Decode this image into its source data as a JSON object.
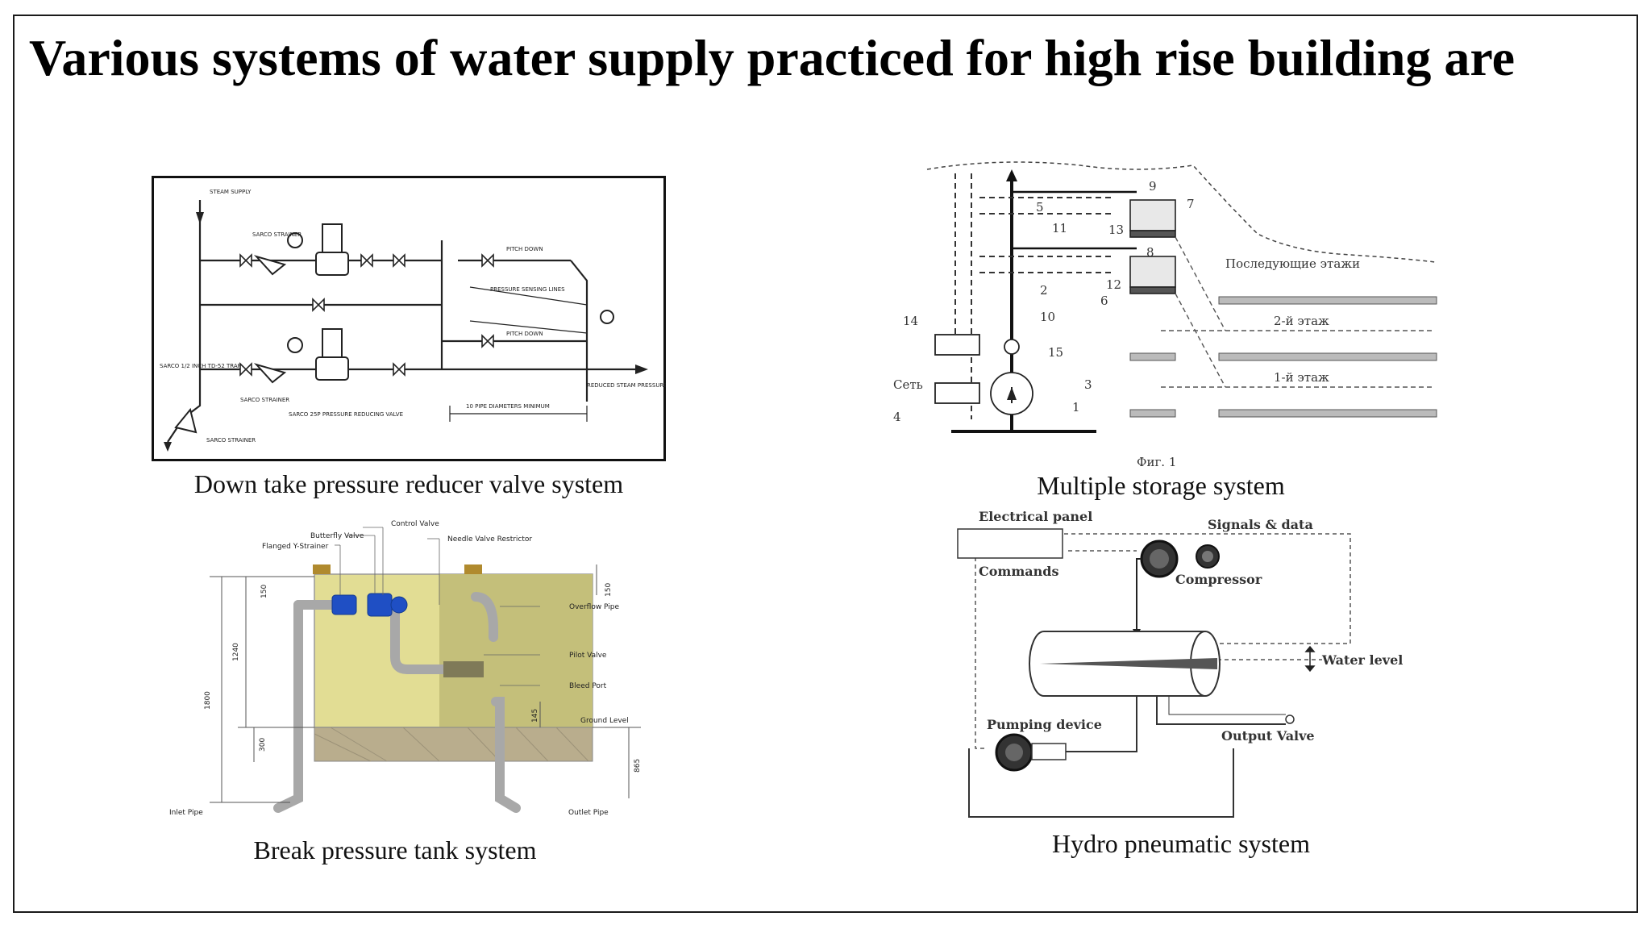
{
  "slide": {
    "title": "Various systems of water supply practiced for high rise building are"
  },
  "figures": {
    "prv": {
      "caption": "Down take pressure reducer valve system",
      "labels": {
        "steam_supply": "STEAM SUPPLY",
        "sarco_strainer_top": "SARCO STRAINER",
        "pitch_down_top": "PITCH DOWN",
        "pressure_sensing": "PRESSURE SENSING LINES",
        "pitch_down_mid": "PITCH DOWN",
        "sarco_trap": "SARCO 1/2 INCH TD-52 TRAP",
        "sarco_strainer_low": "SARCO STRAINER",
        "sarco_strainer_bottom": "SARCO STRAINER",
        "prv_valve": "SARCO 25P PRESSURE REDUCING VALVE",
        "pipe_diameters": "10 PIPE DIAMETERS MINIMUM",
        "reduced_supply": "REDUCED STEAM PRESSURE SUPPLY"
      }
    },
    "multiple": {
      "caption": "Multiple storage system",
      "labels": {
        "floors_above": "Последующие этажи",
        "floor2": "2-й этаж",
        "floor1": "1-й этаж",
        "fig": "Фиг. 1",
        "net": "Сеть",
        "n1": "1",
        "n2": "2",
        "n3": "3",
        "n4": "4",
        "n5": "5",
        "n6": "6",
        "n7": "7",
        "n8": "8",
        "n9": "9",
        "n10": "10",
        "n11": "11",
        "n12": "12",
        "n13": "13",
        "n14": "14",
        "n15": "15"
      }
    },
    "break_tank": {
      "caption": "Break pressure tank system",
      "labels": {
        "control_valve": "Control Valve",
        "butterfly_valve": "Butterfly Valve",
        "flanged_strainer": "Flanged Y-Strainer",
        "needle_valve": "Needle Valve Restrictor",
        "overflow_pipe": "Overflow Pipe",
        "pilot_valve": "Pilot Valve",
        "bleed_port": "Bleed Port",
        "ground_level": "Ground Level",
        "inlet_pipe": "Inlet Pipe",
        "outlet_pipe": "Outlet Pipe",
        "dim_1800": "1800",
        "dim_1240": "1240",
        "dim_300": "300",
        "dim_150a": "150",
        "dim_150b": "150",
        "dim_145": "145",
        "dim_865": "865"
      }
    },
    "hydro": {
      "caption": "Hydro pneumatic system",
      "labels": {
        "electrical_panel": "Electrical panel",
        "signals": "Signals & data",
        "commands": "Commands",
        "compressor": "Compressor",
        "water_level": "Water level",
        "pumping_device": "Pumping device",
        "output_valve": "Output Valve"
      }
    }
  }
}
